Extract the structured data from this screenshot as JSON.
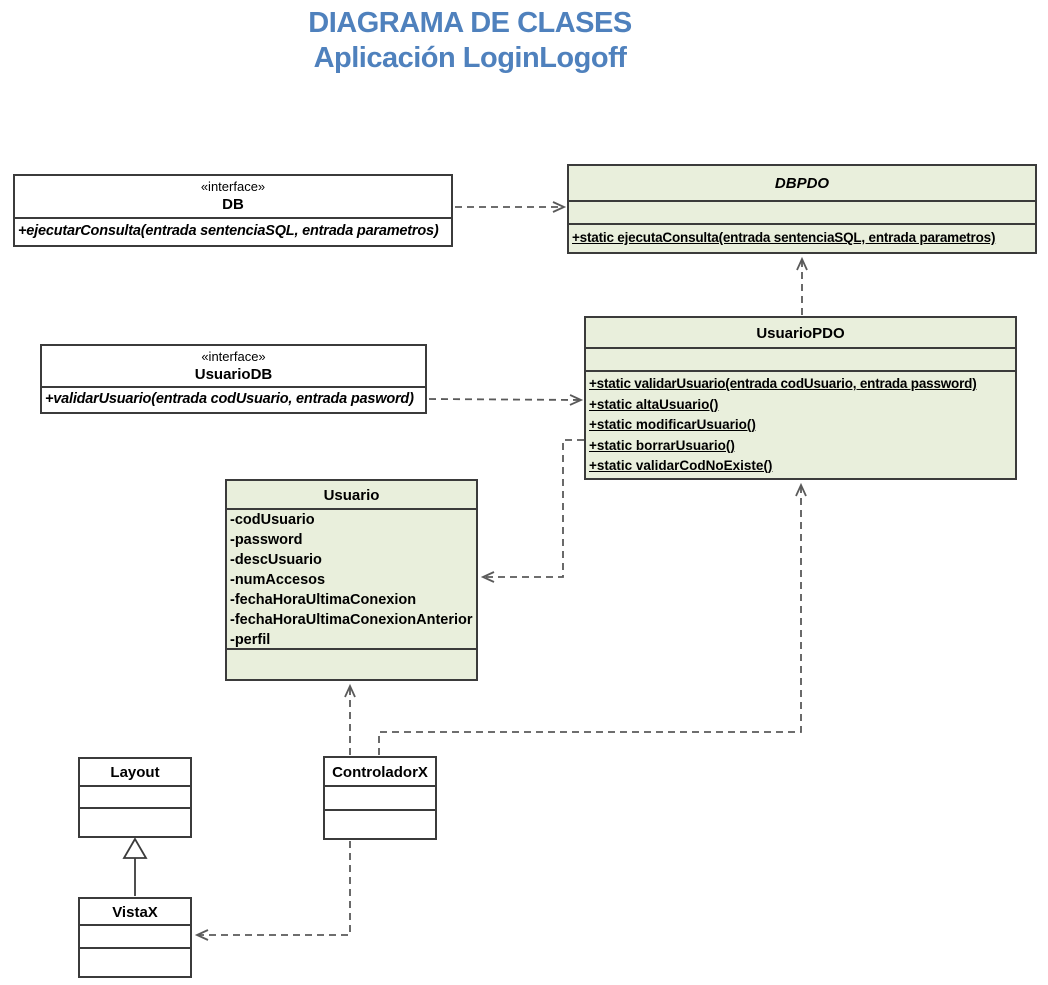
{
  "title": {
    "line1": "DIAGRAMA DE CLASES",
    "line2": "Aplicación LoginLogoff"
  },
  "colors": {
    "title_blue": "#4f81bd",
    "class_fill_green": "#e9efdc",
    "interface_fill": "#ffffff",
    "box_border": "#3b3b3b",
    "connector_gray": "#5a5a5a"
  },
  "classes": {
    "db": {
      "stereotype": "«interface»",
      "name": "DB",
      "methods": [
        "+ejecutarConsulta(entrada sentenciaSQL, entrada parametros)"
      ]
    },
    "dbpdo": {
      "name": "DBPDO",
      "methods": [
        "+static ejecutaConsulta(entrada sentenciaSQL, entrada parametros)"
      ]
    },
    "usuariodb": {
      "stereotype": "«interface»",
      "name": "UsuarioDB",
      "methods": [
        "+validarUsuario(entrada codUsuario, entrada pasword)"
      ]
    },
    "usuariopdo": {
      "name": "UsuarioPDO",
      "methods": [
        "+static validarUsuario(entrada codUsuario, entrada password)",
        "+static altaUsuario()",
        "+static modificarUsuario()",
        "+static borrarUsuario()",
        "+static validarCodNoExiste()"
      ]
    },
    "usuario": {
      "name": "Usuario",
      "attributes": [
        "-codUsuario",
        "-password",
        "-descUsuario",
        "-numAccesos",
        "-fechaHoraUltimaConexion",
        "-fechaHoraUltimaConexionAnterior",
        "-perfil"
      ]
    },
    "layout": {
      "name": "Layout"
    },
    "controladorx": {
      "name": "ControladorX"
    },
    "vistax": {
      "name": "VistaX"
    }
  },
  "relationships": [
    {
      "from": "DB",
      "to": "DBPDO",
      "type": "dashed-dependency"
    },
    {
      "from": "UsuarioDB",
      "to": "UsuarioPDO",
      "type": "dashed-dependency"
    },
    {
      "from": "UsuarioPDO",
      "to": "DBPDO",
      "type": "dashed-dependency"
    },
    {
      "from": "UsuarioPDO",
      "to": "Usuario",
      "type": "dashed-dependency"
    },
    {
      "from": "ControladorX",
      "to": "Usuario",
      "type": "dashed-dependency"
    },
    {
      "from": "ControladorX",
      "to": "UsuarioPDO",
      "type": "dashed-dependency"
    },
    {
      "from": "ControladorX",
      "to": "VistaX",
      "type": "dashed-dependency"
    },
    {
      "from": "VistaX",
      "to": "Layout",
      "type": "generalization"
    }
  ]
}
